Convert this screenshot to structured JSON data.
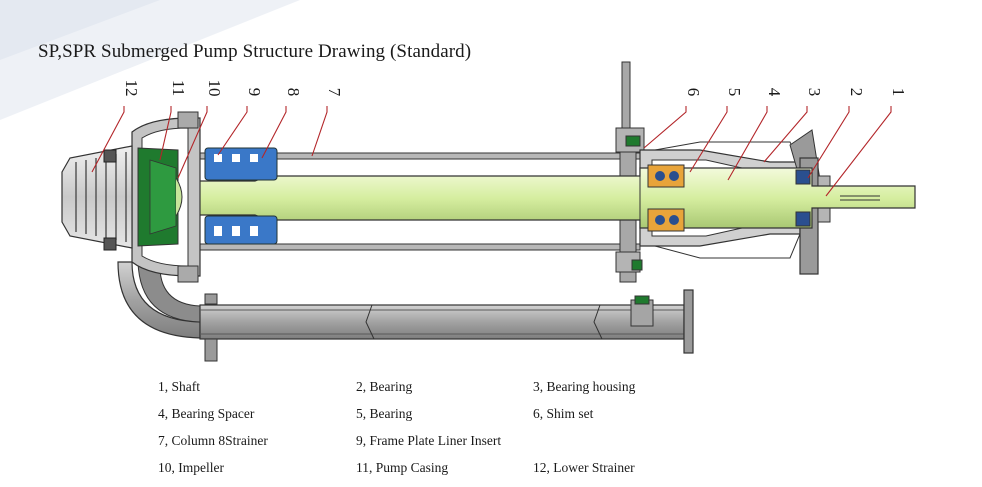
{
  "title": "SP,SPR Submerged Pump Structure Drawing (Standard)",
  "callouts": [
    "12",
    "11",
    "10",
    "9",
    "8",
    "7",
    "6",
    "5",
    "4",
    "3",
    "2",
    "1"
  ],
  "legend": [
    "1, Shaft",
    "2, Bearing",
    "3, Bearing housing",
    "4, Bearing Spacer",
    "5, Bearing",
    "6, Shim set",
    "7, Column 8Strainer",
    "9, Frame Plate Liner Insert",
    "10, Impeller",
    "11, Pump Casing",
    "12, Lower Strainer"
  ],
  "colors": {
    "shaft": "#d6eea0",
    "impeller": "#1f7a2e",
    "liner": "#3a78c8",
    "bearing": "#e8a43a",
    "metal": "#9a9a9a",
    "steel": "#c8c8c8"
  }
}
